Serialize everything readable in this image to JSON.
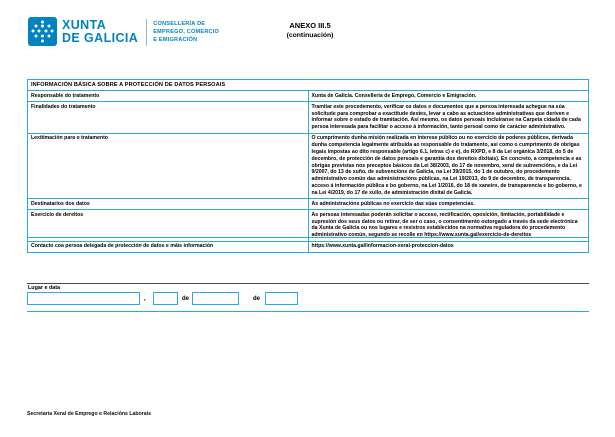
{
  "page": {
    "title_line1": "ANEXO III.5",
    "title_line2": "(continuación)"
  },
  "logo": {
    "org_line1": "XUNTA",
    "org_line2": "DE GALICIA",
    "department_lines": [
      "CONSELLERÍA DE",
      "EMPREGO, COMERCIO",
      "E EMIGRACIÓN"
    ]
  },
  "data_protection_table": {
    "header": "INFORMACIÓN BÁSICA SOBRE A PROTECCIÓN DE DATOS PERSOAIS",
    "rows": [
      {
        "label": "Responsable do tratamento",
        "value": "Xunta de Galicia. Consellería de Emprego, Comercio e Emigración."
      },
      {
        "label": "Finalidades do tratamento",
        "value": "Tramitar este procedemento, verificar os datos e documentos que a persoa interesada achegue na súa solicitude para comprobar a exactitude destes, levar a cabo as actuacións administrativas que deriven e informar sobre o estado de tramitación. Así mesmo, os datos persoais incluiranse na Carpeta cidadá de cada persoa interesada para facilitar o acceso á información, tanto persoal como de carácter administrativo."
      },
      {
        "label": "Lexitimación para o tratamento",
        "value": "O cumprimento dunha misión realizada en interese público ou no exercicio de poderes públicos, derivada dunha competencia legalmente atribuída ao responsable do tratamento, así como o cumprimento de obrigas legais impostas ao dito responsable (artigo 6.1, letras c) e e), do RXPD, e 8 da Lei orgánica 3/2018, do 5 de decembro, de protección de datos persoais e garantía dos dereitos dixitais). En concreto, a competencia e as obrigas previstas nos preceptos básicos da Lei 38/2003, do 17 de novembro, xeral de subvencións, e da Lei 9/2007, do 13 de xuño, de subvencións de Galicia, na Lei 39/2015, do 1 de outubro, do procedemento administrativo común das administracións públicas, na Lei 19/2013, do 9 de decembro, de transparencia, acceso á información pública e bo goberno, na Lei 1/2016, do 18 de xaneiro, de transparencia e bo goberno, e na Lei 4/2019, do 17 de xullo, de administración dixital de Galicia."
      },
      {
        "label": "Destinatarios dos datos",
        "value": "As administracións públicas no exercicio das súas competencias."
      },
      {
        "label": "Exercicio de dereitos",
        "value": "As persoas interesadas poderán solicitar o acceso, rectificación, oposición, limitación, portabilidade e supresión dos seus datos ou retirar, de ser o caso, o consentimento outorgado a través da sede electrónica da Xunta de Galicia ou nos lugares e rexistros establecidos na normativa reguladora do procedemento administrativo común, segundo se recolle en https://www.xunta.gal/exercicio-de-dereitos"
      },
      {
        "label": "Contacto coa persoa delegada de protección de datos e máis información",
        "value": "https://www.xunta.gal/informacion-xeral-proteccion-datos"
      }
    ]
  },
  "signature": {
    "label": "Lugar e data",
    "comma": ",",
    "de1": "de",
    "de2": "de",
    "place_value": "",
    "day_value": "",
    "month_value": "",
    "year_value": ""
  },
  "footer": {
    "text": "Secretaría Xeral de Emprego e Relacións Laborais"
  },
  "colors": {
    "accent_cyan": "#29abe2",
    "brand_blue": "#0083c1"
  }
}
